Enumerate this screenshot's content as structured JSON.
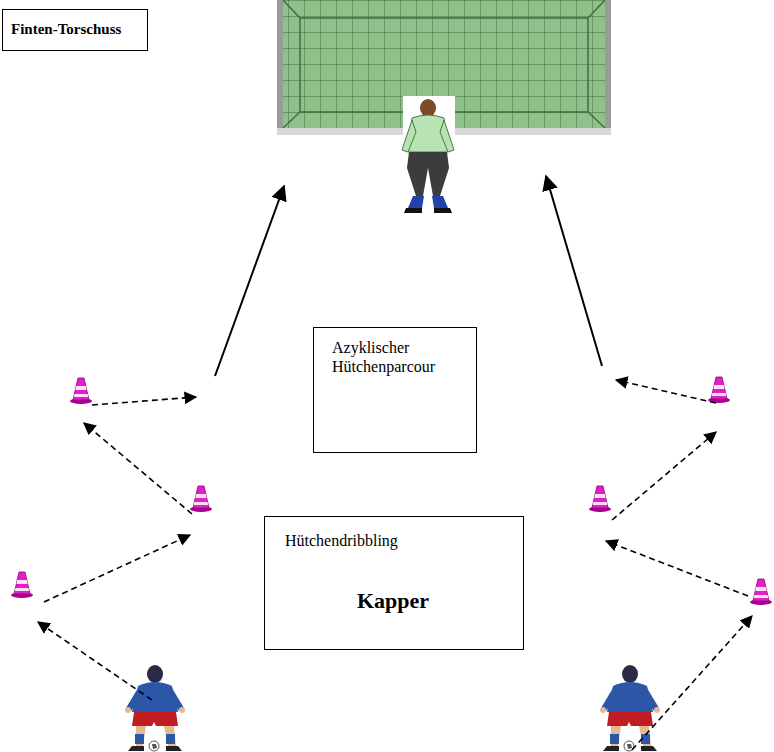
{
  "diagram": {
    "nodes": [
      {
        "text": [
          "Finten-Torschuss"
        ]
      },
      {
        "text": [
          "Azyklischer Hütchenparcour"
        ]
      },
      {
        "text": [
          "Hütchendribbling",
          "Kapper"
        ]
      }
    ]
  }
}
